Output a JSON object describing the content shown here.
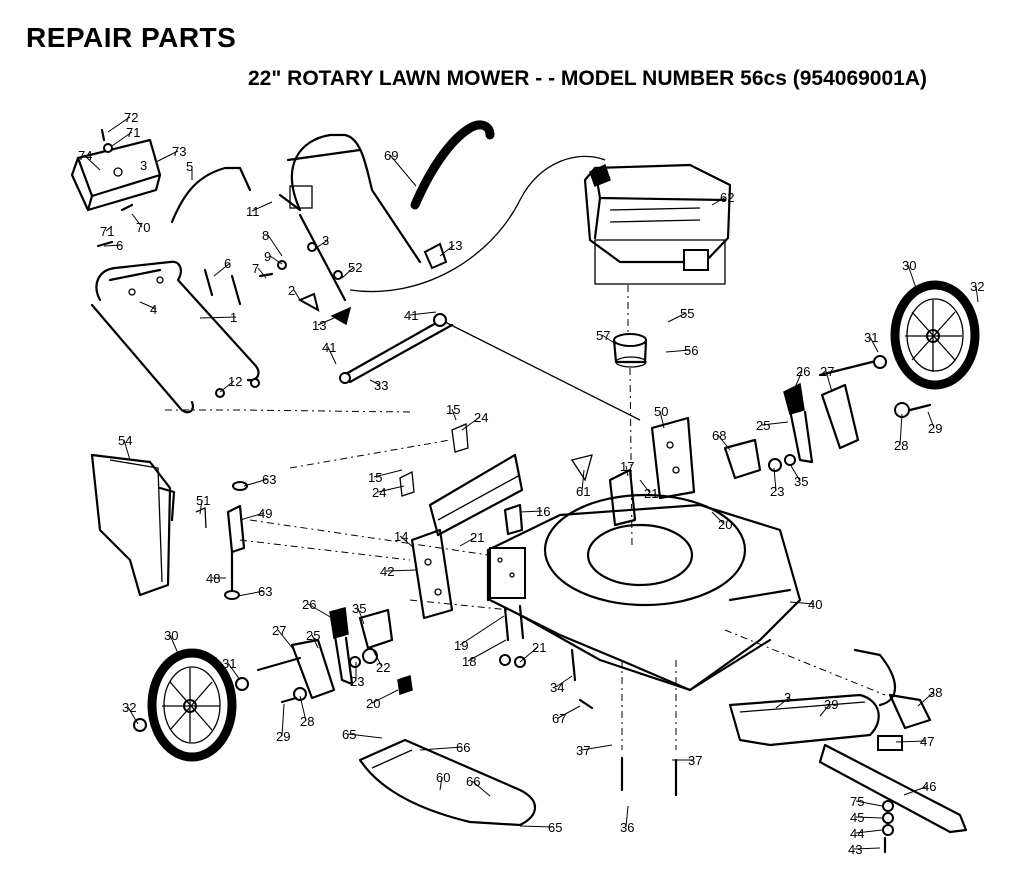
{
  "header": {
    "title": "REPAIR PARTS",
    "subtitle": "22\" ROTARY LAWN MOWER - - MODEL NUMBER 56cs (954069001A)"
  },
  "callouts": [
    {
      "id": "c72",
      "label": "72"
    },
    {
      "id": "c71a",
      "label": "71"
    },
    {
      "id": "c74",
      "label": "74"
    },
    {
      "id": "c3a",
      "label": "3"
    },
    {
      "id": "c73",
      "label": "73"
    },
    {
      "id": "c5",
      "label": "5"
    },
    {
      "id": "c70",
      "label": "70"
    },
    {
      "id": "c71b",
      "label": "71"
    },
    {
      "id": "c6a",
      "label": "6"
    },
    {
      "id": "c11",
      "label": "11"
    },
    {
      "id": "c8",
      "label": "8"
    },
    {
      "id": "c3b",
      "label": "3"
    },
    {
      "id": "c9",
      "label": "9"
    },
    {
      "id": "c7",
      "label": "7"
    },
    {
      "id": "c6b",
      "label": "6"
    },
    {
      "id": "c52",
      "label": "52"
    },
    {
      "id": "c2",
      "label": "2"
    },
    {
      "id": "c4",
      "label": "4"
    },
    {
      "id": "c1",
      "label": "1"
    },
    {
      "id": "c13a",
      "label": "13"
    },
    {
      "id": "c69",
      "label": "69"
    },
    {
      "id": "c13b",
      "label": "13"
    },
    {
      "id": "c62",
      "label": "62"
    },
    {
      "id": "c12",
      "label": "12"
    },
    {
      "id": "c41a",
      "label": "41"
    },
    {
      "id": "c41b",
      "label": "41"
    },
    {
      "id": "c33",
      "label": "33"
    },
    {
      "id": "c55",
      "label": "55"
    },
    {
      "id": "c57",
      "label": "57"
    },
    {
      "id": "c56",
      "label": "56"
    },
    {
      "id": "c30a",
      "label": "30"
    },
    {
      "id": "c32a",
      "label": "32"
    },
    {
      "id": "c31a",
      "label": "31"
    },
    {
      "id": "c26a",
      "label": "26"
    },
    {
      "id": "c27a",
      "label": "27"
    },
    {
      "id": "c25a",
      "label": "25"
    },
    {
      "id": "c28a",
      "label": "28"
    },
    {
      "id": "c29a",
      "label": "29"
    },
    {
      "id": "c15a",
      "label": "15"
    },
    {
      "id": "c24a",
      "label": "24"
    },
    {
      "id": "c50",
      "label": "50"
    },
    {
      "id": "c68",
      "label": "68"
    },
    {
      "id": "c23a",
      "label": "23"
    },
    {
      "id": "c35a",
      "label": "35"
    },
    {
      "id": "c54",
      "label": "54"
    },
    {
      "id": "c63a",
      "label": "63"
    },
    {
      "id": "c15b",
      "label": "15"
    },
    {
      "id": "c24b",
      "label": "24"
    },
    {
      "id": "c17",
      "label": "17"
    },
    {
      "id": "c21a",
      "label": "21"
    },
    {
      "id": "c61",
      "label": "61"
    },
    {
      "id": "c20a",
      "label": "20"
    },
    {
      "id": "c51",
      "label": "51"
    },
    {
      "id": "c49",
      "label": "49"
    },
    {
      "id": "c16",
      "label": "16"
    },
    {
      "id": "c14",
      "label": "14"
    },
    {
      "id": "c21b",
      "label": "21"
    },
    {
      "id": "c42",
      "label": "42"
    },
    {
      "id": "c48",
      "label": "48"
    },
    {
      "id": "c63b",
      "label": "63"
    },
    {
      "id": "c40",
      "label": "40"
    },
    {
      "id": "c19",
      "label": "19"
    },
    {
      "id": "c18",
      "label": "18"
    },
    {
      "id": "c21c",
      "label": "21"
    },
    {
      "id": "c26b",
      "label": "26"
    },
    {
      "id": "c35b",
      "label": "35"
    },
    {
      "id": "c27b",
      "label": "27"
    },
    {
      "id": "c25b",
      "label": "25"
    },
    {
      "id": "c22",
      "label": "22"
    },
    {
      "id": "c30b",
      "label": "30"
    },
    {
      "id": "c31b",
      "label": "31"
    },
    {
      "id": "c23b",
      "label": "23"
    },
    {
      "id": "c20b",
      "label": "20"
    },
    {
      "id": "c34",
      "label": "34"
    },
    {
      "id": "c32b",
      "label": "32"
    },
    {
      "id": "c29b",
      "label": "29"
    },
    {
      "id": "c28b",
      "label": "28"
    },
    {
      "id": "c67",
      "label": "67"
    },
    {
      "id": "c3c",
      "label": "3"
    },
    {
      "id": "c39",
      "label": "39"
    },
    {
      "id": "c38",
      "label": "38"
    },
    {
      "id": "c65a",
      "label": "65"
    },
    {
      "id": "c66a",
      "label": "66"
    },
    {
      "id": "c37a",
      "label": "37"
    },
    {
      "id": "c37b",
      "label": "37"
    },
    {
      "id": "c47",
      "label": "47"
    },
    {
      "id": "c60",
      "label": "60"
    },
    {
      "id": "c66b",
      "label": "66"
    },
    {
      "id": "c46",
      "label": "46"
    },
    {
      "id": "c75",
      "label": "75"
    },
    {
      "id": "c45",
      "label": "45"
    },
    {
      "id": "c65b",
      "label": "65"
    },
    {
      "id": "c36",
      "label": "36"
    },
    {
      "id": "c44",
      "label": "44"
    },
    {
      "id": "c43",
      "label": "43"
    }
  ]
}
